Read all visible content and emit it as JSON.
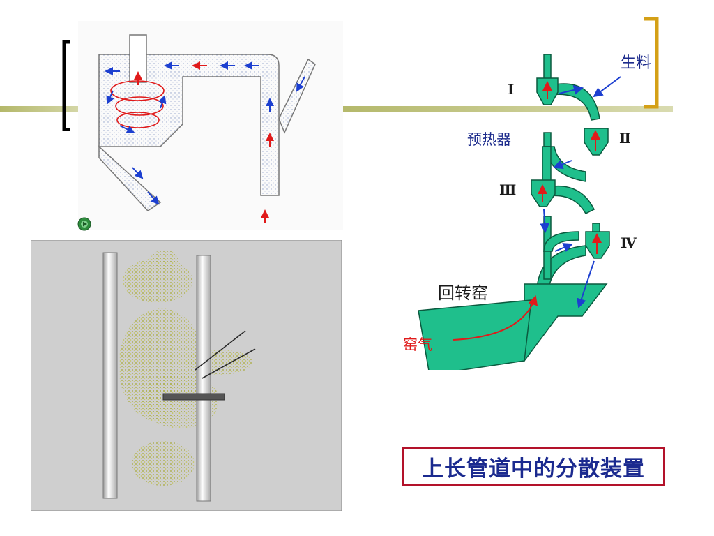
{
  "colors": {
    "accent_olive": "#b4b86a",
    "accent_gold": "#d4a017",
    "preheater_teal": "#1fbf8c",
    "arrow_red": "#e01a1a",
    "arrow_blue": "#1c3fd0",
    "caption_border": "#b3122a",
    "caption_text": "#1b2a8f"
  },
  "top_left_animation": {
    "play_icon": "play-icon"
  },
  "preheater_diagram": {
    "raw_material_label": "生料",
    "stage_1_label": "Ⅰ",
    "stage_2_label": "Ⅱ",
    "stage_3_label": "Ⅲ",
    "stage_4_label": "Ⅳ",
    "preheater_label": "预热器",
    "rotary_kiln_label": "回转窑",
    "kiln_gas_label": "窑气"
  },
  "caption": {
    "text": "上长管道中的分散装置"
  }
}
